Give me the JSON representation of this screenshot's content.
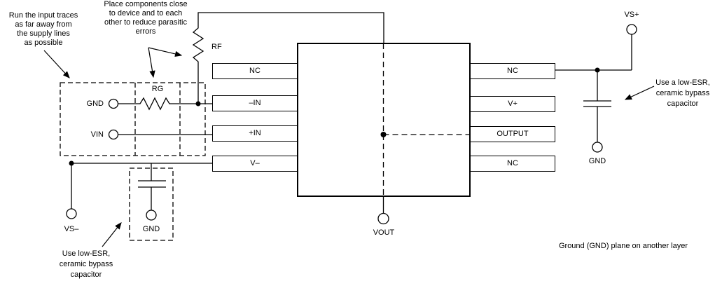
{
  "diagram": {
    "notes": {
      "input_traces": "Run the input traces\nas far away from\nthe supply lines\nas possible",
      "place_components": "Place components close\nto device and to each\nother to reduce parasitic\nerrors",
      "bypass_left": "Use low-ESR,\nceramic bypass\ncapacitor",
      "bypass_right": "Use a low-ESR,\nceramic bypass\ncapacitor",
      "ground_plane": "Ground (GND) plane on another layer"
    },
    "components": {
      "rf": "RF",
      "rg": "RG"
    },
    "terminals": {
      "gnd_input": "GND",
      "vin": "VIN",
      "vs_minus": "VS–",
      "gnd_left": "GND",
      "vs_plus": "VS+",
      "gnd_right": "GND",
      "vout": "VOUT"
    },
    "ic": {
      "left_pins": [
        "NC",
        "–IN",
        "+IN",
        "V–"
      ],
      "right_pins": [
        "NC",
        "V+",
        "OUTPUT",
        "NC"
      ]
    },
    "colors": {
      "line": "#000000",
      "background": "#ffffff"
    }
  }
}
